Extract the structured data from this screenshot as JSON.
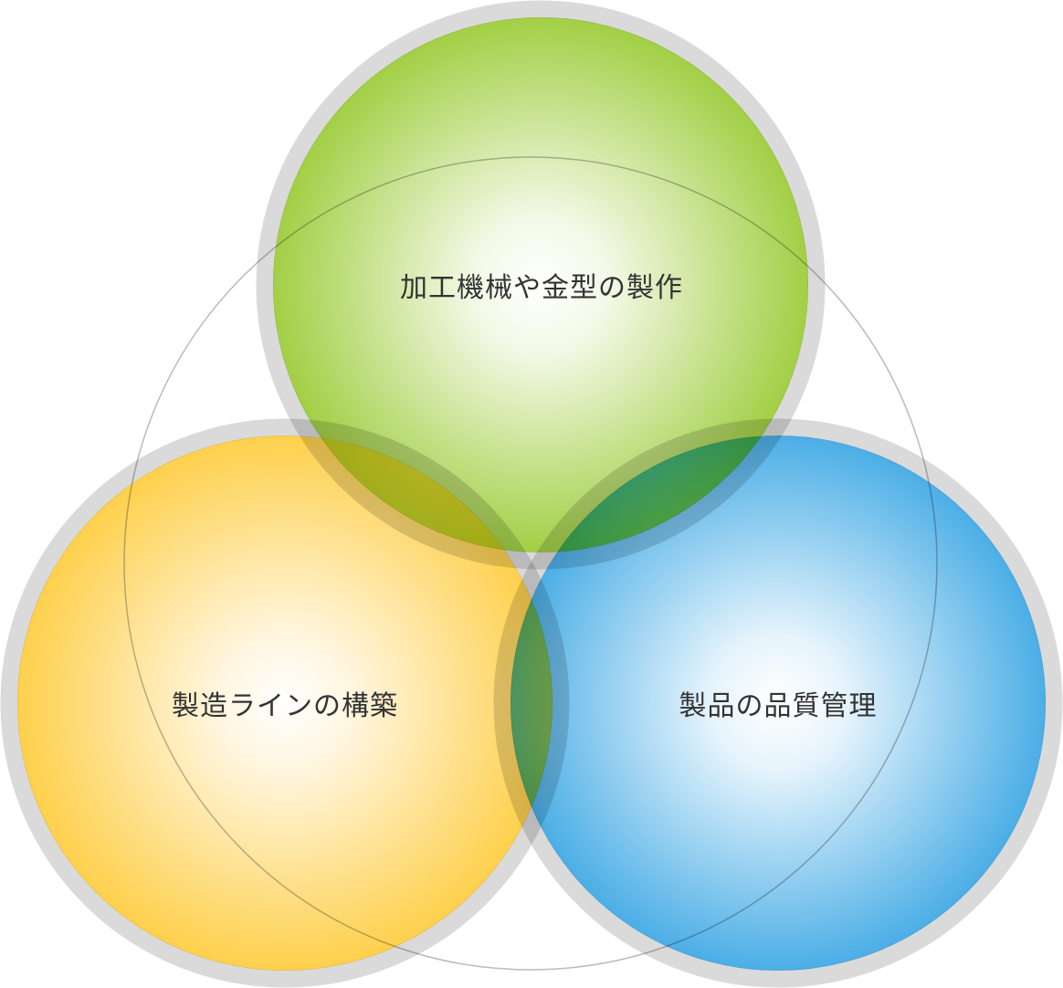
{
  "diagram": {
    "type": "venn",
    "circles": [
      {
        "id": "top",
        "label": "加工機械や金型の製作",
        "color": "#a2cf45"
      },
      {
        "id": "left",
        "label": "製造ラインの構築",
        "color": "#fed04c"
      },
      {
        "id": "right",
        "label": "製品の品質管理",
        "color": "#4baee6"
      }
    ],
    "ring_color": "#dadada",
    "outline_color": "#bbbbbb"
  }
}
